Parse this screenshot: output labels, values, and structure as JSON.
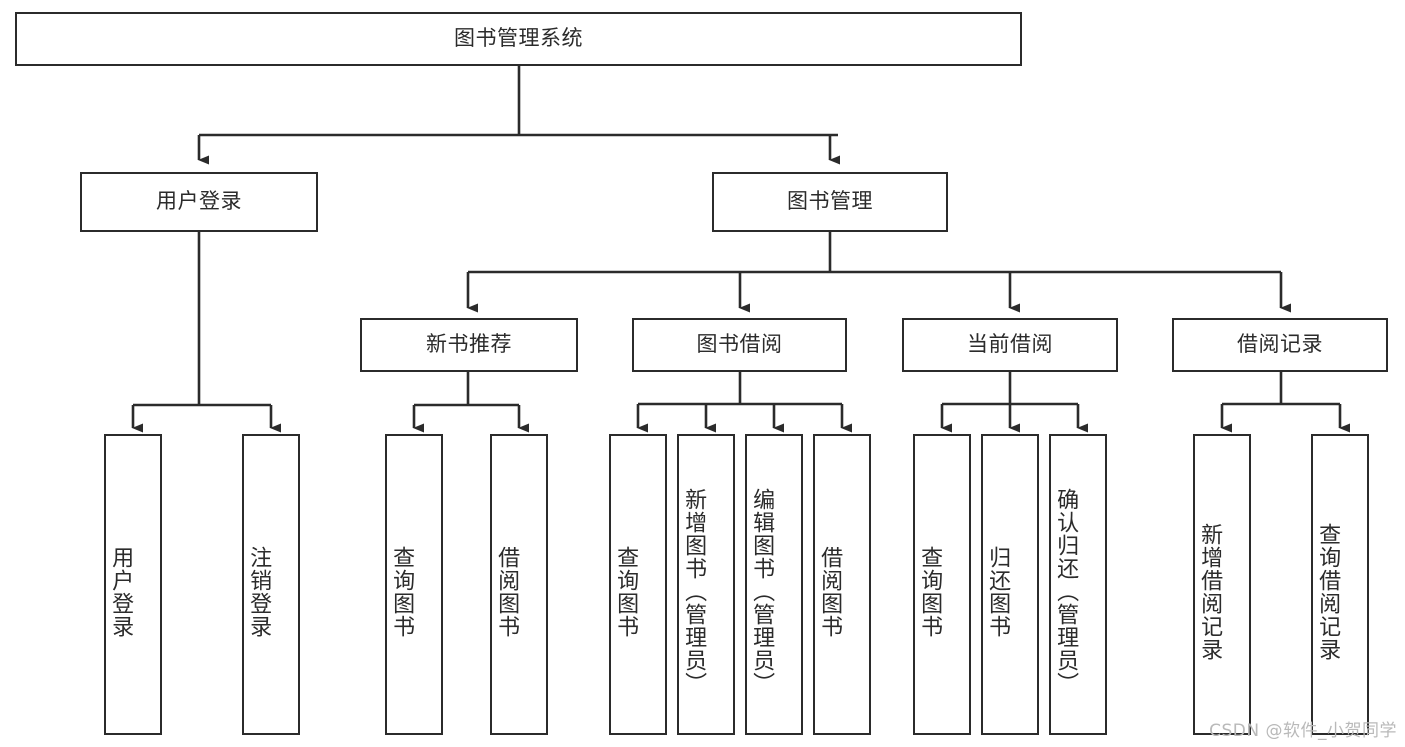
{
  "diagram": {
    "title": "图书管理系统",
    "type": "tree-hierarchy-chart",
    "colors": {
      "box_border": "#2b2b2b",
      "box_fill": "#ffffff",
      "connector": "#2b2b2b",
      "background": "#ffffff",
      "watermark": "#b9b9b9"
    },
    "root": {
      "label": "图书管理系统"
    },
    "level1": [
      {
        "label": "用户登录"
      },
      {
        "label": "图书管理"
      }
    ],
    "level2": [
      {
        "label": "新书推荐"
      },
      {
        "label": "图书借阅"
      },
      {
        "label": "当前借阅"
      },
      {
        "label": "借阅记录"
      }
    ],
    "leaves": {
      "user_login": [
        {
          "label": "用户登录"
        },
        {
          "label": "注销登录"
        }
      ],
      "new_book_recommend": [
        {
          "label": "查询图书"
        },
        {
          "label": "借阅图书"
        }
      ],
      "book_borrow": [
        {
          "label": "查询图书"
        },
        {
          "label": "新增图书（管理员）"
        },
        {
          "label": "编辑图书（管理员）"
        },
        {
          "label": "借阅图书"
        }
      ],
      "current_borrow": [
        {
          "label": "查询图书"
        },
        {
          "label": "归还图书"
        },
        {
          "label": "确认归还（管理员）"
        }
      ],
      "borrow_record": [
        {
          "label": "新增借阅记录"
        },
        {
          "label": "查询借阅记录"
        }
      ]
    }
  },
  "watermark": {
    "text": "CSDN @软件_小贺同学"
  }
}
